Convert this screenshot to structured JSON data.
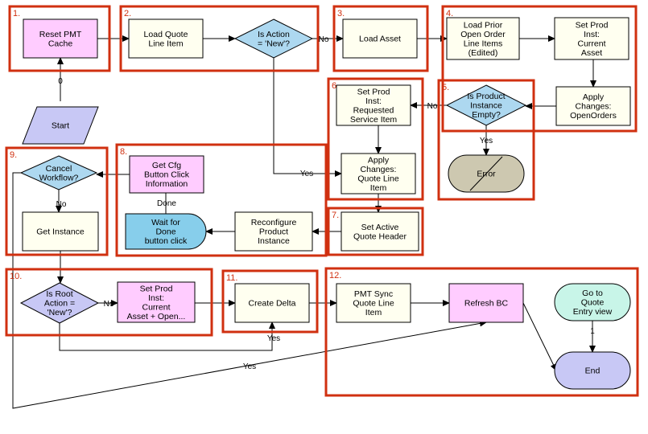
{
  "groups": [
    "1.",
    "2.",
    "3.",
    "4.",
    "5.",
    "6.",
    "7.",
    "8.",
    "9.",
    "10.",
    "11.",
    "12."
  ],
  "nodes": {
    "reset_pmt_cache": [
      "Reset PMT",
      "Cache"
    ],
    "load_quote_line_item": [
      "Load Quote",
      "Line Item"
    ],
    "is_action_new": [
      "Is Action",
      "= 'New'?"
    ],
    "load_asset": [
      "Load Asset"
    ],
    "load_prior_open_order": [
      "Load Prior",
      "Open Order",
      "Line Items",
      "(Edited)"
    ],
    "set_prod_inst_current_asset": [
      "Set Prod",
      "Inst:",
      "Current",
      "Asset"
    ],
    "apply_changes_openorders": [
      "Apply",
      "Changes:",
      "OpenOrders"
    ],
    "is_product_instance_empty": [
      "Is Product",
      "Instance",
      "Empty?"
    ],
    "error": [
      "Error"
    ],
    "set_prod_inst_requested": [
      "Set Prod",
      "Inst:",
      "Requested",
      "Service Item"
    ],
    "apply_changes_quote_line": [
      "Apply",
      "Changes:",
      "Quote Line",
      "Item"
    ],
    "start": [
      "Start"
    ],
    "cancel_workflow": [
      "Cancel",
      "Workflow?"
    ],
    "get_cfg_button_click": [
      "Get Cfg",
      "Button Click",
      "Information"
    ],
    "wait_for_done": [
      "Wait for",
      "Done",
      "button click"
    ],
    "reconfigure_product_instance": [
      "Reconfigure",
      "Product",
      "Instance"
    ],
    "set_active_quote_header": [
      "Set Active",
      "Quote Header"
    ],
    "get_instance": [
      "Get Instance"
    ],
    "is_root_action_new": [
      "Is Root",
      "Action =",
      "'New'?"
    ],
    "set_prod_inst_current_asset_open": [
      "Set Prod",
      "Inst:",
      "Current",
      "Asset + Open..."
    ],
    "create_delta": [
      "Create Delta"
    ],
    "pmt_sync_quote_line_item": [
      "PMT Sync",
      "Quote Line",
      "Item"
    ],
    "refresh_bc": [
      "Refresh BC"
    ],
    "go_to_quote_entry_view": [
      "Go to",
      "Quote",
      "Entry view"
    ],
    "end": [
      "End"
    ]
  },
  "edge_labels": {
    "start_to_reset": "0",
    "action_no": "No",
    "action_yes": "Yes",
    "empty_no": "No",
    "empty_yes": "Yes",
    "wait_done": "Done",
    "cancel_no": "No",
    "root_no": "No",
    "root_yes": "Yes",
    "cancel_yes": "Yes",
    "goto_end": "1"
  },
  "colors": {
    "group_border": "#d03010",
    "group_number": "#d03010",
    "process_fill": "#fffff0",
    "subprocess_fill": "#ffccff",
    "decision_fill": "#add8f0",
    "io_fill": "#c8c8f5",
    "end_fill": "#c8c8f5",
    "wait_fill": "#87ceeb",
    "error_fill": "#cdc8b0",
    "goto_fill": "#c8f5e8"
  }
}
